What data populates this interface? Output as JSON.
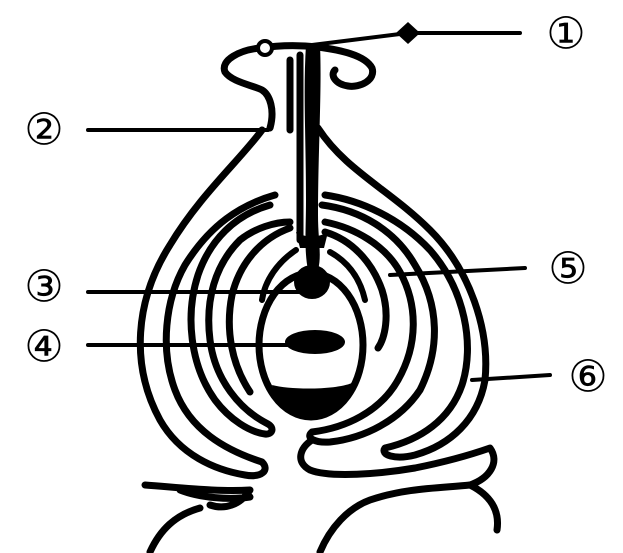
{
  "diagram": {
    "labels": [
      {
        "id": "label-1",
        "text": "①"
      },
      {
        "id": "label-2",
        "text": "②"
      },
      {
        "id": "label-3",
        "text": "③"
      },
      {
        "id": "label-4",
        "text": "④"
      },
      {
        "id": "label-5",
        "text": "⑤"
      },
      {
        "id": "label-6",
        "text": "⑥"
      }
    ]
  }
}
